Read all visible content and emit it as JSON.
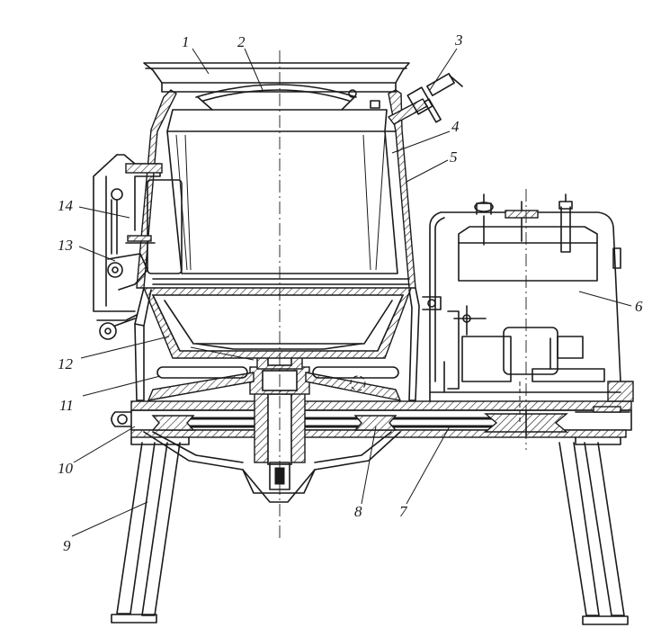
{
  "callouts": [
    {
      "id": "c1",
      "text": "1"
    },
    {
      "id": "c2",
      "text": "2"
    },
    {
      "id": "c3",
      "text": "3"
    },
    {
      "id": "c4",
      "text": "4"
    },
    {
      "id": "c5",
      "text": "5"
    },
    {
      "id": "c6",
      "text": "6"
    },
    {
      "id": "c7",
      "text": "7"
    },
    {
      "id": "c8",
      "text": "8"
    },
    {
      "id": "c9",
      "text": "9"
    },
    {
      "id": "c10",
      "text": "10"
    },
    {
      "id": "c11",
      "text": "11"
    },
    {
      "id": "c12",
      "text": "12"
    },
    {
      "id": "c13",
      "text": "13"
    },
    {
      "id": "c14",
      "text": "14"
    }
  ],
  "colors": {
    "ink": "#1a1a1a",
    "paper": "#ffffff"
  }
}
